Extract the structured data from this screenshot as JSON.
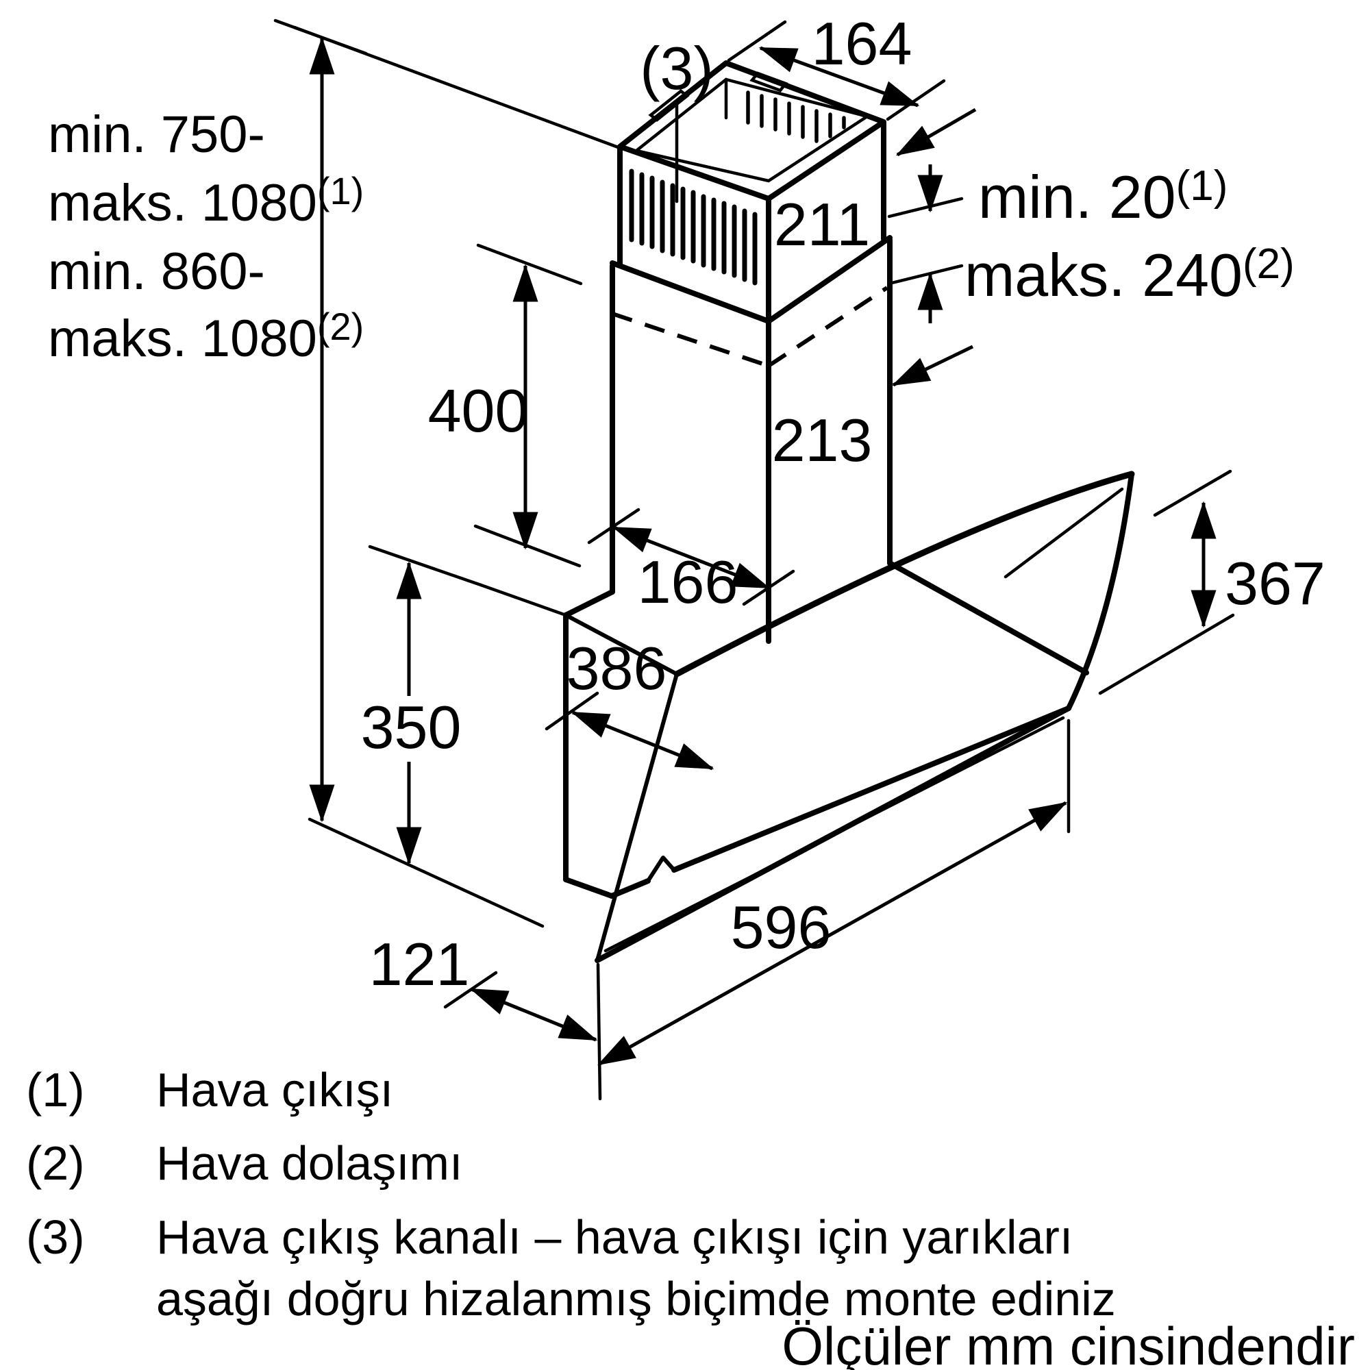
{
  "figure": {
    "callout": "(3)",
    "dims": {
      "top_depth": "164",
      "upper_width": "211",
      "lower_width": "213",
      "lower_height": "400",
      "base_depth": "166",
      "top_face_depth": "386",
      "body_height": "350",
      "glass_height": "367",
      "width": "596",
      "bottom_depth": "121"
    },
    "mount_height": {
      "l1": "min. 750-",
      "l2": "maks. 1080",
      "l2s": "(1)",
      "l3": "min. 860-",
      "l4": "maks. 1080",
      "l4s": "(2)"
    },
    "top_clearance": {
      "min": "min. 20",
      "min_s": "(1)",
      "max": "maks. 240",
      "max_s": "(2)"
    }
  },
  "legend": {
    "items": [
      {
        "marker": "(1)",
        "text": "Hava çıkışı"
      },
      {
        "marker": "(2)",
        "text": "Hava dolaşımı"
      },
      {
        "marker": "(3)",
        "text": "Hava çıkış kanalı – hava çıkışı için yarıkları",
        "text2": "aşağı doğru hizalanmış biçimde monte ediniz"
      }
    ]
  },
  "footer_note": "Ölçüler mm cinsindendir"
}
